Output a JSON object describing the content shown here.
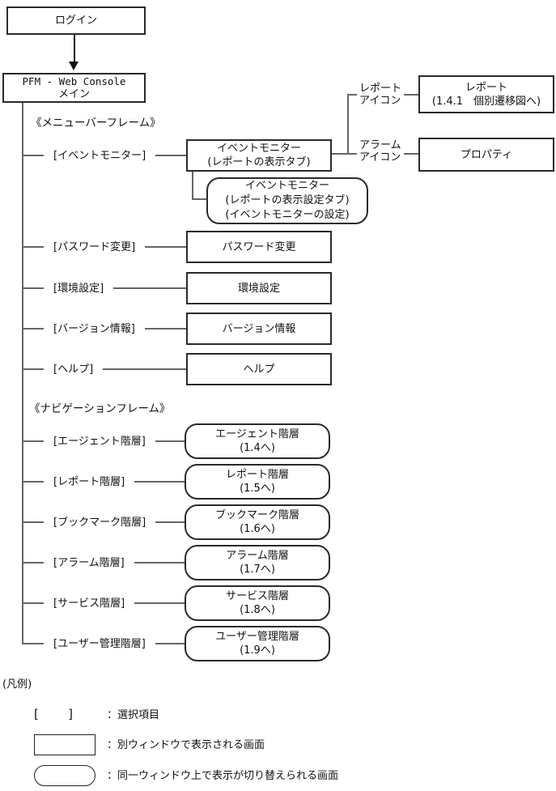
{
  "flow": {
    "login": "ログイン",
    "main": {
      "line1": "PFM - Web Console",
      "line2": "メイン"
    }
  },
  "menu_frame": {
    "title": "《メニューバーフレーム》",
    "event_monitor": {
      "label": "[イベントモニター]",
      "screen": {
        "line1": "イベントモニター",
        "line2": "(レポートの表示タブ)"
      },
      "sub_screen": {
        "line1": "イベントモニター",
        "line2": "(レポートの表示設定タブ)",
        "line3": "(イベントモニターの設定)"
      },
      "report_icon": {
        "line1": "レポート",
        "line2": "アイコン"
      },
      "report_screen": {
        "line1": "レポート",
        "line2": "(1.4.1　個別遷移図へ)"
      },
      "alarm_icon": {
        "line1": "アラーム",
        "line2": "アイコン"
      },
      "alarm_screen": "プロパティ"
    },
    "password": {
      "label": "[パスワード変更]",
      "screen": "パスワード変更"
    },
    "environment": {
      "label": "[環境設定]",
      "screen": "環境設定"
    },
    "version": {
      "label": "[バージョン情報]",
      "screen": "バージョン情報"
    },
    "help": {
      "label": "[ヘルプ]",
      "screen": "ヘルプ"
    }
  },
  "nav_frame": {
    "title": "《ナビゲーションフレーム》",
    "items": [
      {
        "label": "[エージェント階層]",
        "screen": {
          "line1": "エージェント階層",
          "line2": "(1.4へ)"
        }
      },
      {
        "label": "[レポート階層]",
        "screen": {
          "line1": "レポート階層",
          "line2": "(1.5へ)"
        }
      },
      {
        "label": "[ブックマーク階層]",
        "screen": {
          "line1": "ブックマーク階層",
          "line2": "(1.6へ)"
        }
      },
      {
        "label": "[アラーム階層]",
        "screen": {
          "line1": "アラーム階層",
          "line2": "(1.7へ)"
        }
      },
      {
        "label": "[サービス階層]",
        "screen": {
          "line1": "サービス階層",
          "line2": "(1.8へ)"
        }
      },
      {
        "label": "[ユーザー管理階層]",
        "screen": {
          "line1": "ユーザー管理階層",
          "line2": "(1.9へ)"
        }
      }
    ]
  },
  "legend": {
    "title": "(凡例)",
    "bracket_open": "[",
    "bracket_close": "]",
    "items": [
      {
        "symbol": "brackets",
        "text": "：選択項目"
      },
      {
        "symbol": "rect",
        "text": "：別ウィンドウで表示される画面"
      },
      {
        "symbol": "rounded",
        "text": "：同一ウィンドウ上で表示が切り替えられる画面"
      }
    ]
  },
  "colors": {
    "background": "#ffffff",
    "line": "#666666",
    "border": "#2a2a2a",
    "text": "#111111"
  }
}
